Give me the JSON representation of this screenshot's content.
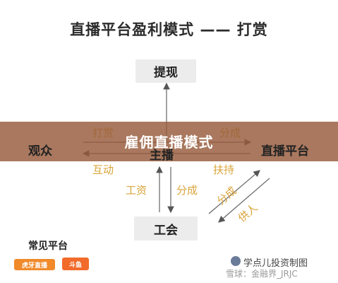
{
  "title": "直播平台盈利模式 —— 打赏",
  "nodes": {
    "top": "提现",
    "left": "观众",
    "center": "主播",
    "right": "直播平台",
    "bottom": "工会"
  },
  "labels": {
    "reward": "打赏",
    "share_top": "分成",
    "interact": "互动",
    "support": "扶持",
    "wage": "工资",
    "share_bottom": "分成",
    "share_diag": "分成",
    "supply": "供人"
  },
  "banner": "雇佣直播模式",
  "platforms_label": "常见平台",
  "logos": {
    "huya": "虎牙直播",
    "douyu": "斗鱼"
  },
  "watermark": {
    "top": "学点儿投资制图",
    "bottom": "雪球：金融界_JRJC"
  },
  "colors": {
    "accent": "#d9a43a",
    "banner": "#965a3a",
    "box": "#ececec"
  }
}
